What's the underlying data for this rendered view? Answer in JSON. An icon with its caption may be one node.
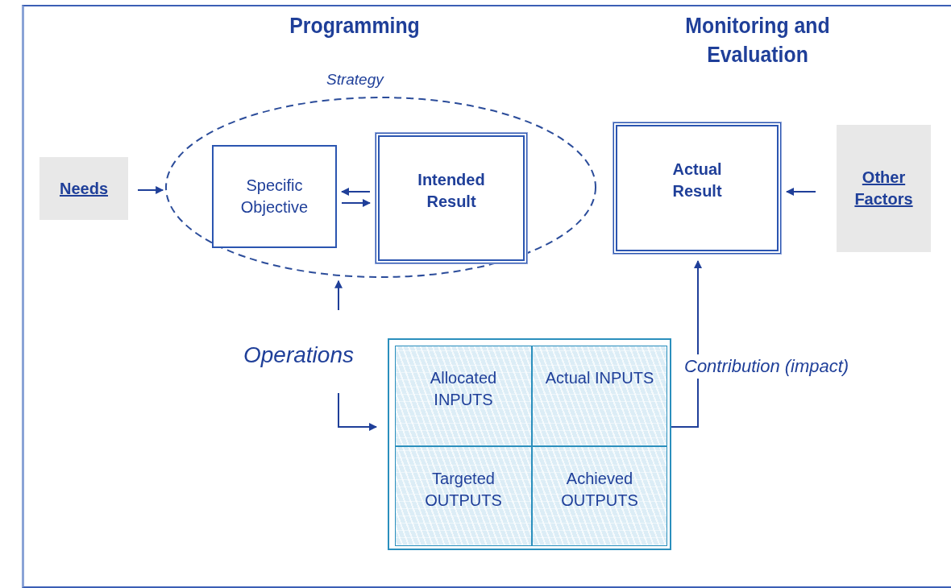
{
  "diagram": {
    "nodes": [
      {
        "text": [
          "Needs"
        ]
      },
      {
        "text": [
          "Strategy"
        ]
      },
      {
        "text": [
          "Specific Objective"
        ],
        "in": 1
      },
      {
        "text": [
          "Intended Result"
        ],
        "in": 1
      },
      {
        "text": [
          "Actual Result"
        ]
      },
      {
        "text": [
          "Other Factors"
        ]
      },
      {
        "text": [
          "Operations"
        ]
      },
      {
        "text": [],
        "shape": "box"
      },
      {
        "text": [
          "Allocated INPUTS"
        ],
        "in": 7
      },
      {
        "text": [
          "Actual INPUTS"
        ],
        "in": 7
      },
      {
        "text": [
          "Targeted OUTPUTS"
        ],
        "in": 7
      },
      {
        "text": [
          "Achieved OUTPUTS"
        ],
        "in": 7
      }
    ],
    "edges": [
      {
        "from": 0,
        "to": 1,
        "arrow": "to"
      },
      {
        "from": 3,
        "to": 2,
        "arrow": "to"
      },
      {
        "from": 2,
        "to": 3,
        "arrow": "to"
      },
      {
        "from": 5,
        "to": 4,
        "arrow": "to"
      },
      {
        "from": 6,
        "to": 1,
        "arrow": "to"
      },
      {
        "from": 6,
        "to": 7,
        "arrow": "to"
      },
      {
        "from": 7,
        "to": 4,
        "arrow": "to",
        "label": "Contribution (impact)"
      }
    ],
    "labels": [
      "Programming",
      "Monitoring and Evaluation"
    ]
  }
}
